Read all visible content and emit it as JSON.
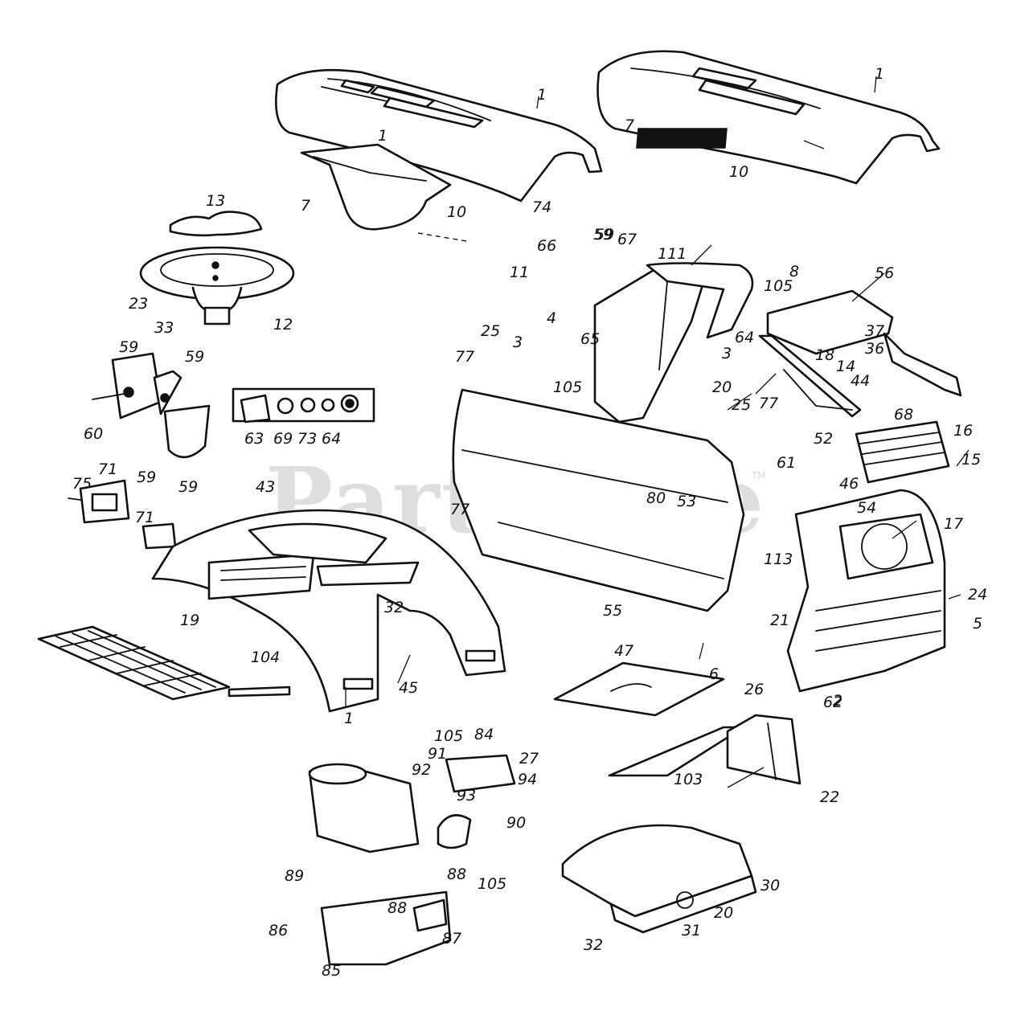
{
  "watermark": {
    "text": "PartsTree",
    "mark": "TM"
  },
  "callouts": [
    {
      "id": "c1a",
      "text": "1"
    },
    {
      "id": "c1b",
      "text": "1"
    },
    {
      "id": "c1c",
      "text": "1"
    },
    {
      "id": "c1d",
      "text": "1"
    },
    {
      "id": "c2",
      "text": "2"
    },
    {
      "id": "c3a",
      "text": "3"
    },
    {
      "id": "c3b",
      "text": "3"
    },
    {
      "id": "c4",
      "text": "4"
    },
    {
      "id": "c5",
      "text": "5"
    },
    {
      "id": "c6",
      "text": "6"
    },
    {
      "id": "c7a",
      "text": "7"
    },
    {
      "id": "c7b",
      "text": "7"
    },
    {
      "id": "c8",
      "text": "8"
    },
    {
      "id": "c10a",
      "text": "10"
    },
    {
      "id": "c10b",
      "text": "10"
    },
    {
      "id": "c11",
      "text": "11"
    },
    {
      "id": "c12",
      "text": "12"
    },
    {
      "id": "c13",
      "text": "13"
    },
    {
      "id": "c14",
      "text": "14"
    },
    {
      "id": "c15",
      "text": "15"
    },
    {
      "id": "c16",
      "text": "16"
    },
    {
      "id": "c17",
      "text": "17"
    },
    {
      "id": "c18",
      "text": "18"
    },
    {
      "id": "c19",
      "text": "19"
    },
    {
      "id": "c20a",
      "text": "20"
    },
    {
      "id": "c20b",
      "text": "20"
    },
    {
      "id": "c21",
      "text": "21"
    },
    {
      "id": "c22",
      "text": "22"
    },
    {
      "id": "c23",
      "text": "23"
    },
    {
      "id": "c24",
      "text": "24"
    },
    {
      "id": "c25a",
      "text": "25"
    },
    {
      "id": "c25b",
      "text": "25"
    },
    {
      "id": "c26",
      "text": "26"
    },
    {
      "id": "c27",
      "text": "27"
    },
    {
      "id": "c30",
      "text": "30"
    },
    {
      "id": "c31",
      "text": "31"
    },
    {
      "id": "c32a",
      "text": "32"
    },
    {
      "id": "c32b",
      "text": "32"
    },
    {
      "id": "c33",
      "text": "33"
    },
    {
      "id": "c36",
      "text": "36"
    },
    {
      "id": "c37",
      "text": "37"
    },
    {
      "id": "c43",
      "text": "43"
    },
    {
      "id": "c44",
      "text": "44"
    },
    {
      "id": "c45",
      "text": "45"
    },
    {
      "id": "c46",
      "text": "46"
    },
    {
      "id": "c47",
      "text": "47"
    },
    {
      "id": "c52",
      "text": "52"
    },
    {
      "id": "c53",
      "text": "53"
    },
    {
      "id": "c54",
      "text": "54"
    },
    {
      "id": "c55",
      "text": "55"
    },
    {
      "id": "c56",
      "text": "56"
    },
    {
      "id": "c59a",
      "text": "59"
    },
    {
      "id": "c59b",
      "text": "59"
    },
    {
      "id": "c59c",
      "text": "59"
    },
    {
      "id": "c59d",
      "text": "59"
    },
    {
      "id": "c59e",
      "text": "59"
    },
    {
      "id": "c59f",
      "text": "59"
    },
    {
      "id": "c60",
      "text": "60"
    },
    {
      "id": "c61",
      "text": "61"
    },
    {
      "id": "c62",
      "text": "62"
    },
    {
      "id": "c63",
      "text": "63"
    },
    {
      "id": "c64a",
      "text": "64"
    },
    {
      "id": "c64b",
      "text": "64"
    },
    {
      "id": "c65",
      "text": "65"
    },
    {
      "id": "c66",
      "text": "66"
    },
    {
      "id": "c67",
      "text": "67"
    },
    {
      "id": "c68",
      "text": "68"
    },
    {
      "id": "c69",
      "text": "69"
    },
    {
      "id": "c71a",
      "text": "71"
    },
    {
      "id": "c71b",
      "text": "71"
    },
    {
      "id": "c73",
      "text": "73"
    },
    {
      "id": "c74",
      "text": "74"
    },
    {
      "id": "c75",
      "text": "75"
    },
    {
      "id": "c77a",
      "text": "77"
    },
    {
      "id": "c77b",
      "text": "77"
    },
    {
      "id": "c77c",
      "text": "77"
    },
    {
      "id": "c80",
      "text": "80"
    },
    {
      "id": "c84",
      "text": "84"
    },
    {
      "id": "c85",
      "text": "85"
    },
    {
      "id": "c86",
      "text": "86"
    },
    {
      "id": "c87",
      "text": "87"
    },
    {
      "id": "c88a",
      "text": "88"
    },
    {
      "id": "c88b",
      "text": "88"
    },
    {
      "id": "c89",
      "text": "89"
    },
    {
      "id": "c90",
      "text": "90"
    },
    {
      "id": "c91",
      "text": "91"
    },
    {
      "id": "c92",
      "text": "92"
    },
    {
      "id": "c93",
      "text": "93"
    },
    {
      "id": "c94",
      "text": "94"
    },
    {
      "id": "c103",
      "text": "103"
    },
    {
      "id": "c104",
      "text": "104"
    },
    {
      "id": "c105a",
      "text": "105"
    },
    {
      "id": "c105b",
      "text": "105"
    },
    {
      "id": "c105c",
      "text": "105"
    },
    {
      "id": "c105d",
      "text": "105"
    },
    {
      "id": "c111",
      "text": "111"
    },
    {
      "id": "c113",
      "text": "113"
    }
  ]
}
